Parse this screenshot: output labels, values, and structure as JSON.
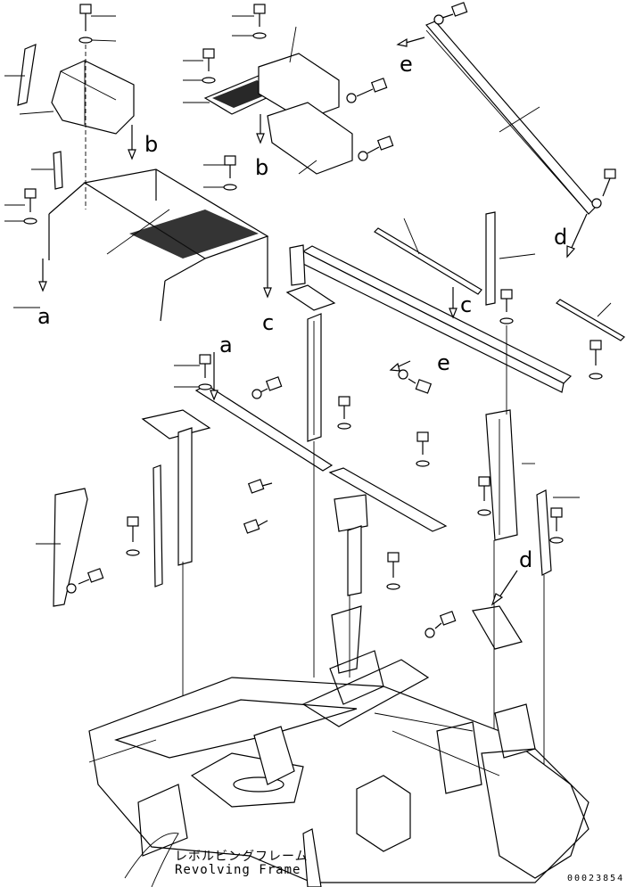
{
  "diagram": {
    "caption_jp": "レボルビングフレーム",
    "caption_en": "Revolving Frame",
    "doc_number": "00023854",
    "reference_letters": {
      "a_top": "a",
      "a_mid": "a",
      "b_top": "b",
      "b_mid": "b",
      "c_left": "c",
      "c_right": "c",
      "d_top": "d",
      "d_bottom": "d",
      "e_top": "e",
      "e_mid": "e"
    }
  }
}
